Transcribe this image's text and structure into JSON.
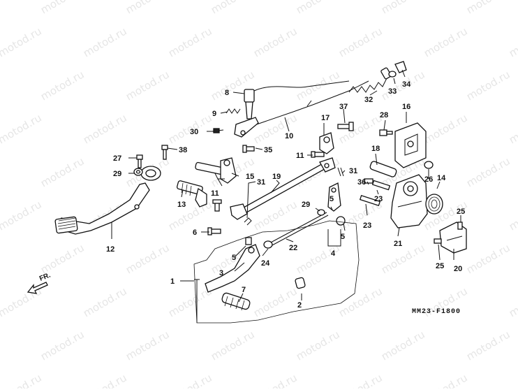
{
  "watermark_text": "motod.ru",
  "diagram_code": "MM23-F1800",
  "direction_label": "FR.",
  "callouts": [
    "1",
    "2",
    "3",
    "4",
    "5",
    "5",
    "5",
    "6",
    "7",
    "8",
    "9",
    "10",
    "11",
    "11",
    "12",
    "13",
    "14",
    "15",
    "16",
    "17",
    "18",
    "19",
    "20",
    "21",
    "22",
    "23",
    "23",
    "24",
    "25",
    "25",
    "26",
    "27",
    "28",
    "29",
    "29",
    "30",
    "31",
    "31",
    "32",
    "33",
    "34",
    "35",
    "36",
    "37",
    "38"
  ]
}
